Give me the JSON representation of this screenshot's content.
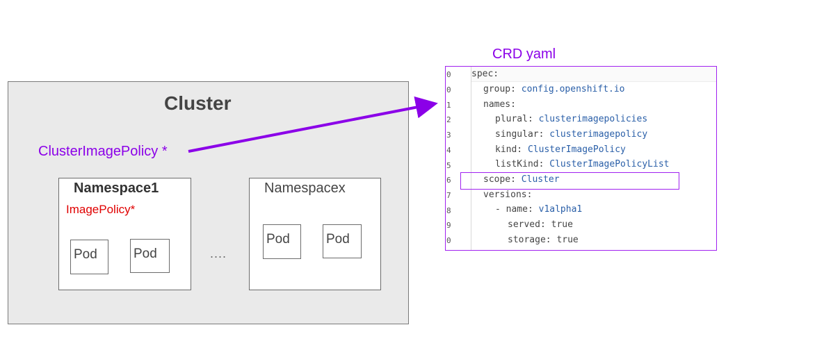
{
  "cluster": {
    "title": "Cluster",
    "cluster_policy": "ClusterImagePolicy *",
    "ellipsis": "....",
    "namespaces": [
      {
        "title": "Namespace1",
        "policy": "ImagePolicy*",
        "pods": [
          "Pod",
          "Pod"
        ]
      },
      {
        "title": "Namespacex",
        "pods": [
          "Pod",
          "Pod"
        ]
      }
    ]
  },
  "crd": {
    "title": "CRD yaml",
    "line_numbers": [
      "0",
      "0",
      "1",
      "2",
      "3",
      "4",
      "5",
      "6",
      "7",
      "8",
      "9",
      "0"
    ],
    "lines": [
      {
        "key": "spec:",
        "value": ""
      },
      {
        "key": "group:",
        "value": "config.openshift.io"
      },
      {
        "key": "names:",
        "value": ""
      },
      {
        "key": "plural:",
        "value": "clusterimagepolicies"
      },
      {
        "key": "singular:",
        "value": "clusterimagepolicy"
      },
      {
        "key": "kind:",
        "value": "ClusterImagePolicy"
      },
      {
        "key": "listKind:",
        "value": "ClusterImagePolicyList"
      },
      {
        "key": "scope:",
        "value": "Cluster"
      },
      {
        "key": "versions:",
        "value": ""
      },
      {
        "key": "- name:",
        "value": "v1alpha1"
      },
      {
        "key": "served:",
        "value": "true"
      },
      {
        "key": "storage:",
        "value": "true"
      }
    ]
  },
  "colors": {
    "accent_purple": "#8b00e8",
    "policy_red": "#e00000",
    "cluster_bg": "#eaeaea",
    "code_value": "#2a5fa8"
  }
}
